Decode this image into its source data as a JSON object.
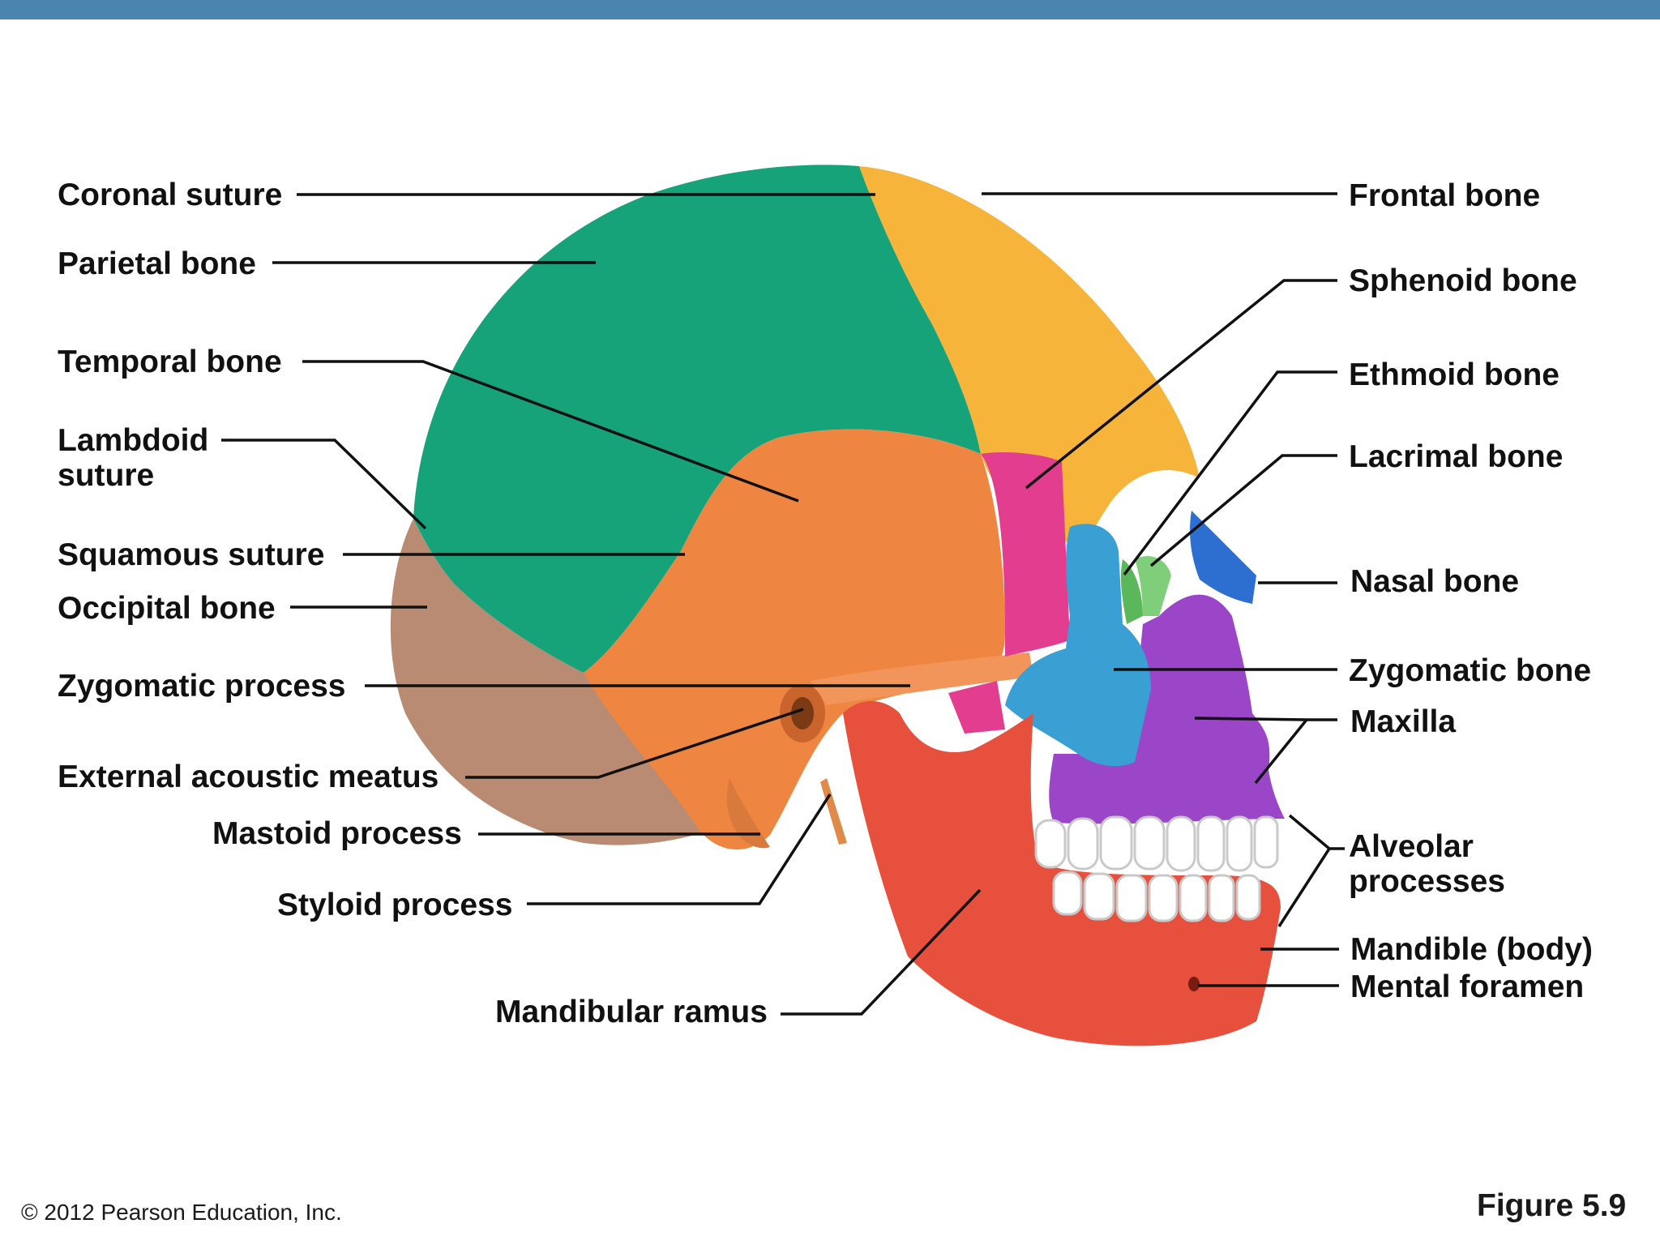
{
  "colors": {
    "top_bar": "#4a85b0",
    "parietal": "#17a37a",
    "frontal": "#f6b43a",
    "temporal": "#ee8642",
    "occipital": "#b98b72",
    "sphenoid": "#e23d8f",
    "ethmoid": "#5ab85a",
    "lacrimal": "#7fcf7a",
    "nasal": "#2d6fd1",
    "zygomatic": "#3a9fd3",
    "maxilla": "#9b46c9",
    "mandible": "#e6503c",
    "teeth": "#ffffff"
  },
  "labels": {
    "coronal_suture": "Coronal suture",
    "parietal_bone": "Parietal bone",
    "temporal_bone": "Temporal bone",
    "lambdoid_suture": "Lambdoid\nsuture",
    "squamous_suture": "Squamous suture",
    "occipital_bone": "Occipital bone",
    "zygomatic_process": "Zygomatic process",
    "external_acoustic_meatus": "External acoustic meatus",
    "mastoid_process": "Mastoid process",
    "styloid_process": "Styloid process",
    "mandibular_ramus": "Mandibular ramus",
    "frontal_bone": "Frontal bone",
    "sphenoid_bone": "Sphenoid bone",
    "ethmoid_bone": "Ethmoid bone",
    "lacrimal_bone": "Lacrimal bone",
    "nasal_bone": "Nasal bone",
    "zygomatic_bone": "Zygomatic bone",
    "maxilla": "Maxilla",
    "alveolar_processes": "Alveolar\nprocesses",
    "mandible_body": "Mandible (body)",
    "mental_foramen": "Mental foramen"
  },
  "footer": {
    "copyright": "© 2012 Pearson Education, Inc.",
    "figure_number": "Figure 5.9"
  }
}
